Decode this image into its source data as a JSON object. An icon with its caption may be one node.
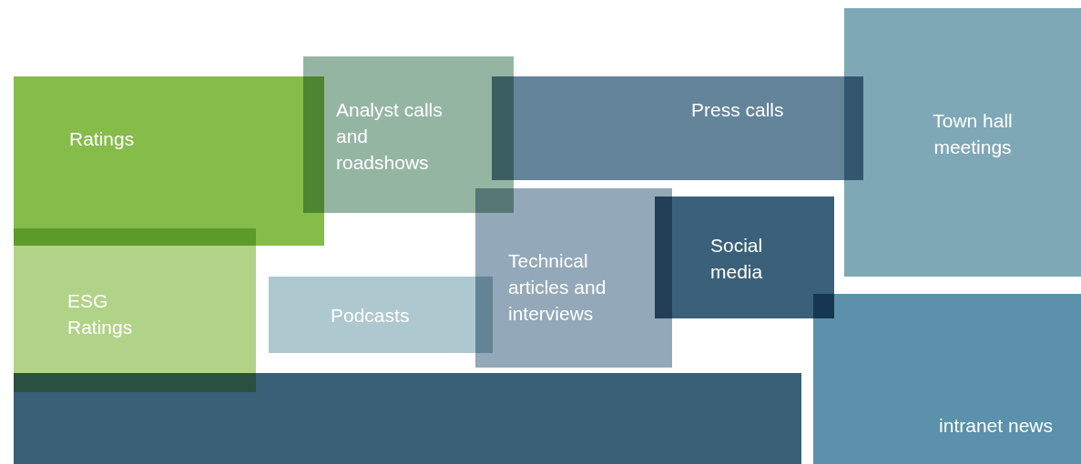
{
  "diagram": {
    "nodes": [
      {
        "text": [
          "Ratings"
        ]
      },
      {
        "text": [
          "Analyst calls and roadshows"
        ]
      },
      {
        "text": [
          "Press calls"
        ]
      },
      {
        "text": [
          "Town hall meetings"
        ]
      },
      {
        "text": [
          "ESG Ratings"
        ]
      },
      {
        "text": [
          "Podcasts"
        ]
      },
      {
        "text": [
          "Technical articles and interviews"
        ]
      },
      {
        "text": [
          "Social media"
        ]
      },
      {
        "text": [],
        "shape": "box"
      },
      {
        "text": [
          "intranet news"
        ]
      }
    ],
    "edges": []
  }
}
